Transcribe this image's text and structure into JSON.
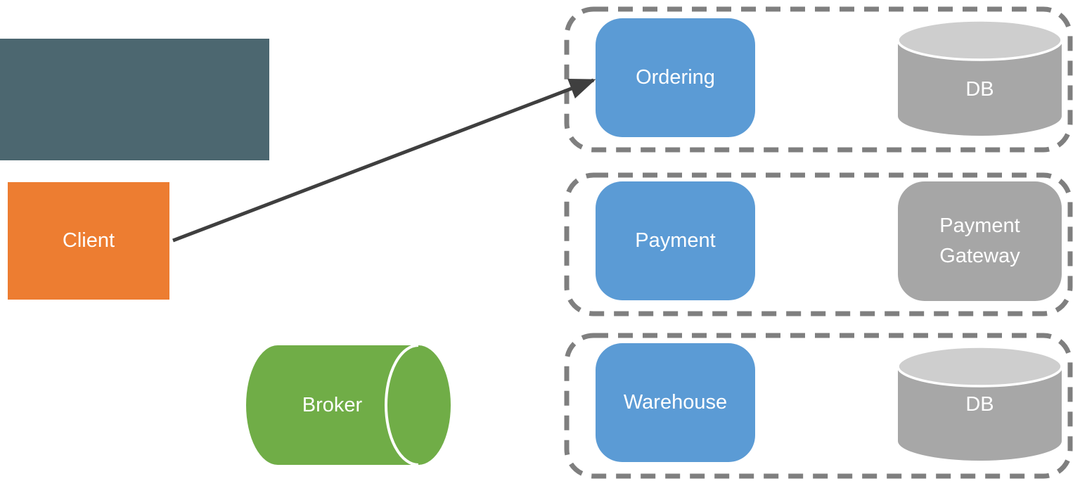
{
  "diagram": {
    "type": "architecture-diagram",
    "nodes": {
      "banner": {
        "label": "",
        "shape": "rectangle",
        "color": "#4c6770"
      },
      "client": {
        "label": "Client",
        "shape": "rectangle",
        "color": "#ed7d31"
      },
      "broker": {
        "label": "Broker",
        "shape": "horizontal-cylinder",
        "color": "#70ad47"
      },
      "groups": [
        {
          "service": {
            "label": "Ordering",
            "shape": "rounded-rect",
            "color": "#5b9bd5"
          },
          "backend": {
            "label": "DB",
            "shape": "database-cylinder",
            "color": "#a7a7a7",
            "top_color": "#cecece"
          }
        },
        {
          "service": {
            "label": "Payment",
            "shape": "rounded-rect",
            "color": "#5b9bd5"
          },
          "backend": {
            "label": "Payment Gateway",
            "shape": "rounded-rect",
            "color": "#a6a6a6"
          }
        },
        {
          "service": {
            "label": "Warehouse",
            "shape": "rounded-rect",
            "color": "#5b9bd5"
          },
          "backend": {
            "label": "DB",
            "shape": "database-cylinder",
            "color": "#a7a7a7",
            "top_color": "#cecece"
          }
        }
      ]
    },
    "connections": [
      {
        "from": "Client",
        "to": "Ordering",
        "type": "solid-arrow",
        "color": "#3f3f3f"
      }
    ],
    "colors": {
      "group_border": "#7f7f7f",
      "text": "#ffffff",
      "background": "#ffffff"
    }
  }
}
